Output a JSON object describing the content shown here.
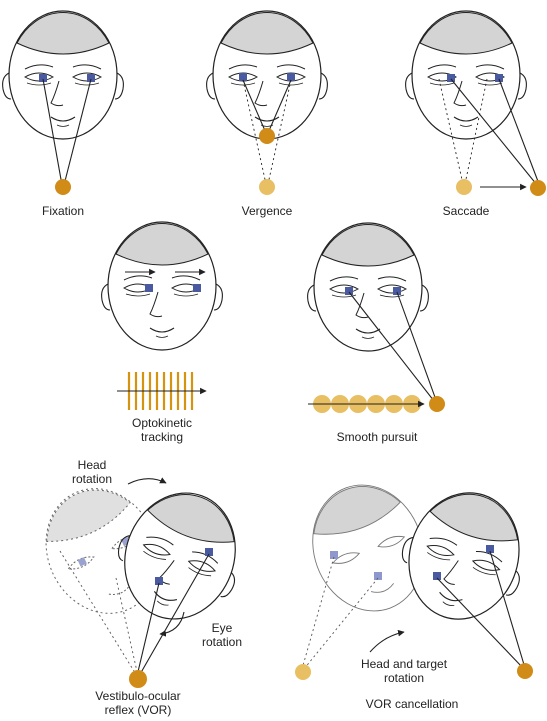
{
  "labels": {
    "fixation": "Fixation",
    "vergence": "Vergence",
    "saccade": "Saccade",
    "optokinetic_line1": "Optokinetic",
    "optokinetic_line2": "tracking",
    "smooth_pursuit": "Smooth pursuit",
    "head_rotation_line1": "Head",
    "head_rotation_line2": "rotation",
    "eye_rotation_line1": "Eye",
    "eye_rotation_line2": "rotation",
    "vor_line1": "Vestibulo-ocular",
    "vor_line2": "reflex (VOR)",
    "head_target_line1": "Head and target",
    "head_target_line2": "rotation",
    "vor_cancellation": "VOR cancellation"
  },
  "colors": {
    "target_dark": "#d18b17",
    "target_light": "#e8bf62",
    "iris": "#4a5aa0",
    "cap": "#d4d4d4",
    "stripe": "#d4940f",
    "line": "#222222"
  }
}
